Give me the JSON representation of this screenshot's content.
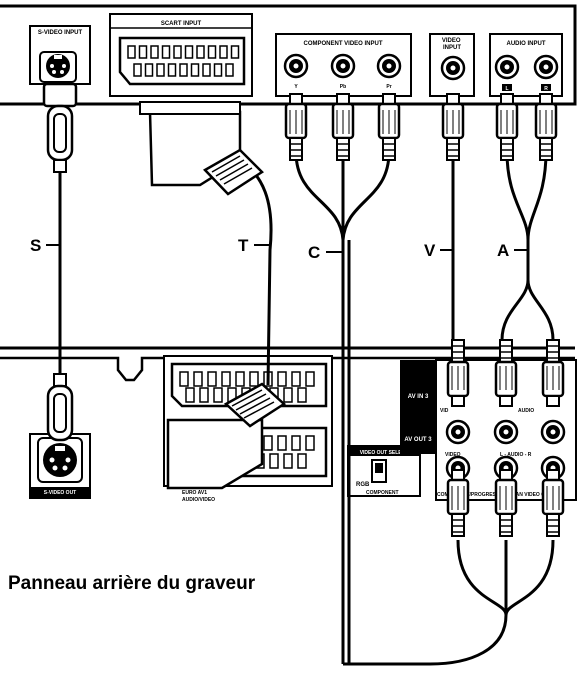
{
  "top_panel": {
    "svideo_input": "S-VIDEO\nINPUT",
    "scart_input": "SCART INPUT",
    "component_video_input": "COMPONENT VIDEO INPUT",
    "component_y": "Y",
    "component_pb": "Pb",
    "component_pr": "Pr",
    "video_input": "VIDEO\nINPUT",
    "audio_input": "AUDIO INPUT",
    "audio_l": "L",
    "audio_r": "R"
  },
  "cable_labels": {
    "s": "S",
    "t": "T",
    "c": "C",
    "v": "V",
    "a": "A"
  },
  "bottom_panel": {
    "svideo_out": "S-VIDEO OUT",
    "euro_av1": "EURO AV1",
    "audio_video": "AUDIO/VIDEO",
    "video_out_select": "VIDEO OUT SELECT",
    "rgb": "RGB",
    "component": "COMPONENT",
    "av_in3": "AV IN 3",
    "av_out3": "AV OUT 3",
    "video_short": "VID",
    "audio": "AUDIO",
    "video": "VIDEO",
    "audio_lr": "L - AUDIO - R",
    "component_progressive": "COMPONENT/PROGRESSIVE SCAN VIDEO OUT"
  },
  "caption": "Panneau arrière du graveur"
}
